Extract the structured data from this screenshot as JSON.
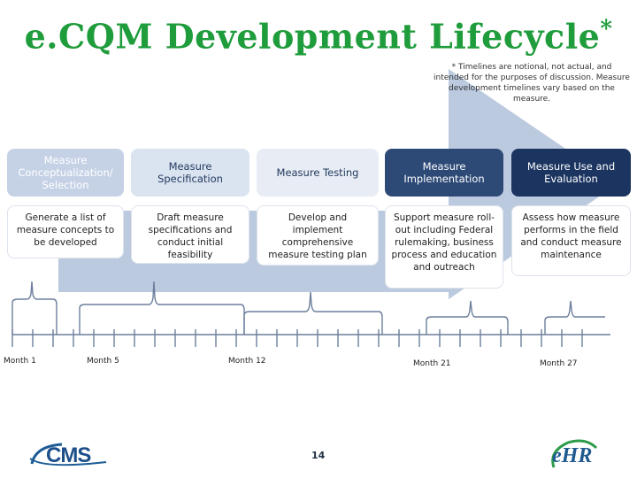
{
  "title": "e.CQM Development Lifecycle",
  "title_mark": "*",
  "footnote": "* Timelines are notional, not actual, and intended for the purposes of discussion. Measure development timelines vary based on the measure.",
  "stages": [
    {
      "label": "Measure Conceptualization/ Selection",
      "description": "Generate a list of measure concepts to be developed"
    },
    {
      "label": "Measure Specification",
      "description": "Draft measure specifications and conduct initial feasibility"
    },
    {
      "label": "Measure Testing",
      "description": "Develop and implement comprehensive measure testing plan"
    },
    {
      "label": "Measure Implementation",
      "description": "Support measure roll-out including Federal rulemaking, business process and education and outreach"
    },
    {
      "label": "Measure Use and Evaluation",
      "description": "Assess how measure performs in the field and conduct measure maintenance"
    }
  ],
  "months": [
    "Month 1",
    "Month 5",
    "Month 12",
    "Month 21",
    "Month 27"
  ],
  "logos": {
    "cms": "CMS",
    "ehr": "eHR"
  },
  "page_number": "14",
  "colors": {
    "title_green": "#1f9c3b",
    "arrow": "#b9c6dc",
    "stage_light": "#c7d3e6",
    "stage_mid": "#e4ebf4",
    "stage_dark": "#2b4a78",
    "stage_darkest": "#1a3460",
    "timeline": "#6d7f9c"
  }
}
